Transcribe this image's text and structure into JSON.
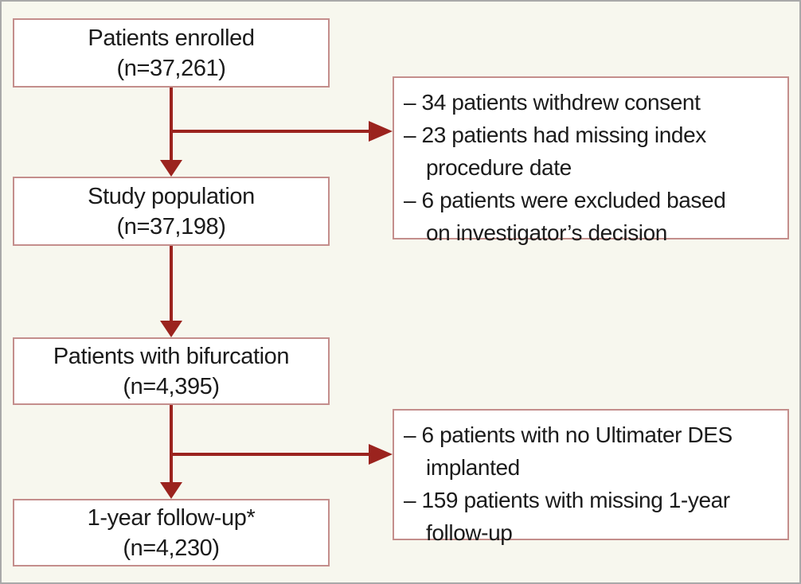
{
  "diagram": {
    "boxes": [
      {
        "label": "Patients enrolled",
        "count": "(n=37,261)"
      },
      {
        "label": "Study population",
        "count": "(n=37,198)"
      },
      {
        "label": "Patients with bifurcation",
        "count": "(n=4,395)"
      },
      {
        "label": "1-year follow-up*",
        "count": "(n=4,230)"
      }
    ],
    "exclusions": [
      {
        "lines": [
          "– 34 patients withdrew consent",
          "– 23 patients had missing index",
          "procedure date",
          "– 6 patients were excluded based",
          "on investigator’s decision"
        ]
      },
      {
        "lines": [
          "– 6 patients with no Ultimater DES",
          "implanted",
          "– 159 patients with missing 1-year",
          "follow-up"
        ]
      }
    ],
    "colors": {
      "arrow": "#9b231e",
      "box_border": "#c48e8c",
      "background": "#f7f7ee",
      "outer_border": "#a9a9a9",
      "text": "#1b1b1b"
    }
  }
}
